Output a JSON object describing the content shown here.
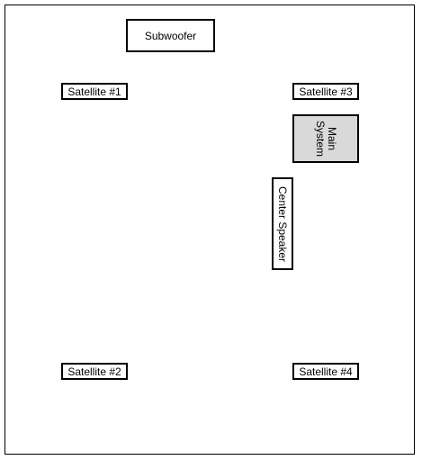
{
  "diagram": {
    "components": {
      "subwoofer": "Subwoofer",
      "satellite_1": "Satellite #1",
      "satellite_2": "Satellite #2",
      "satellite_3": "Satellite #3",
      "satellite_4": "Satellite #4",
      "main_system_line1": "Main",
      "main_system_line2": "System",
      "center_speaker": "Center Speaker"
    },
    "colors": {
      "border": "#000000",
      "main_system_fill": "#d9d9d9",
      "background": "#ffffff"
    }
  }
}
